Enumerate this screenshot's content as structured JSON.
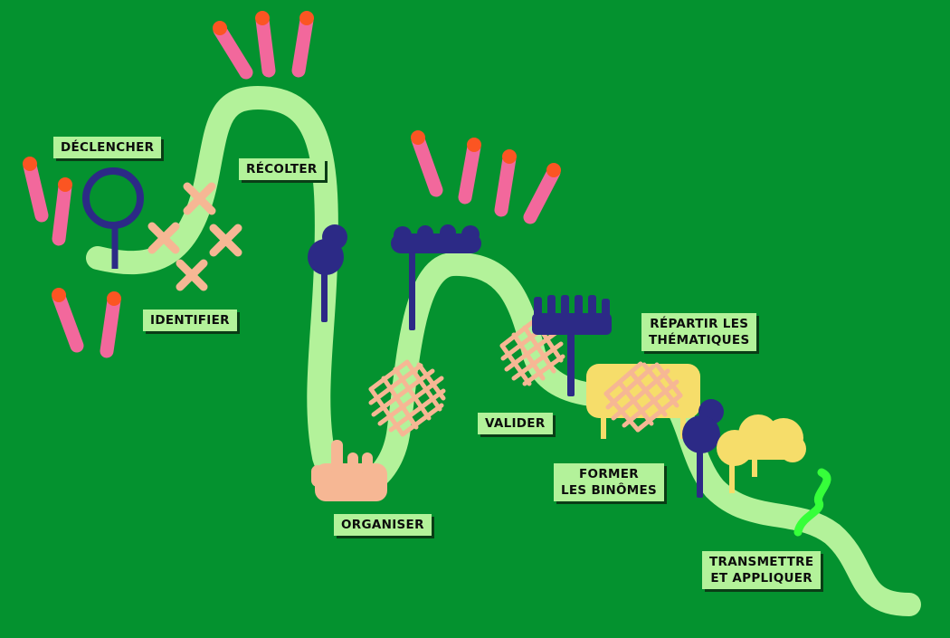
{
  "colors": {
    "background": "#04922f",
    "path": "#b3f29a",
    "navy": "#2c2a86",
    "peach": "#f6b794",
    "pink": "#f2689c",
    "orange": "#fb5522",
    "yellow": "#f6dd6a",
    "lime": "#36ff3a",
    "label_bg": "#b3f29a",
    "label_shadow": "#0a3d16"
  },
  "steps": [
    {
      "id": "declencher",
      "lines": [
        "DÉCLENCHER"
      ],
      "icon": "magnifier-icon"
    },
    {
      "id": "identifier",
      "lines": [
        "IDENTIFIER"
      ],
      "icon": "cross-marks-icon"
    },
    {
      "id": "recolter",
      "lines": [
        "RÉCOLTER"
      ],
      "icon": "tree-icon"
    },
    {
      "id": "organiser",
      "lines": [
        "ORGANISER"
      ],
      "icon": "hand-icon"
    },
    {
      "id": "valider",
      "lines": [
        "VALIDER"
      ],
      "icon": "grid-icon"
    },
    {
      "id": "repartir",
      "lines": [
        "RÉPARTIR LES",
        "THÉMATIQUES"
      ],
      "icon": "rake-icon"
    },
    {
      "id": "former",
      "lines": [
        "FORMER",
        "LES BINÔMES"
      ],
      "icon": "cloud-tree-icon"
    },
    {
      "id": "transmettre",
      "lines": [
        "TRANSMETTRE",
        "ET APPLIQUER"
      ],
      "icon": "squiggle-icon"
    }
  ]
}
